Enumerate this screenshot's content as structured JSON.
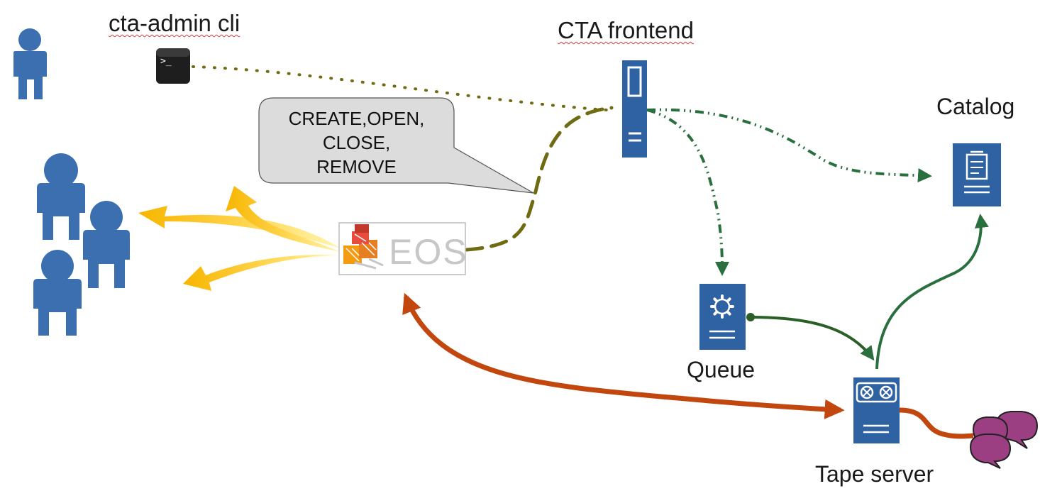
{
  "labels": {
    "cli": "cta-admin cli",
    "frontend": "CTA frontend",
    "catalog": "Catalog",
    "queue": "Queue",
    "tape_server": "Tape server",
    "eos": "EOS"
  },
  "callout": {
    "lines": [
      "CREATE,OPEN,",
      "CLOSE,",
      "REMOVE"
    ]
  },
  "terminal_prompt": ">_",
  "colors": {
    "server_blue": "#2f62a3",
    "person_blue": "#3b6fb0",
    "admin_link": "#6f6b12",
    "eos_link": "#6f6b12",
    "control_green": "#2a6f3e",
    "data_orange": "#c2470f",
    "tape_purple": "#9b3f82",
    "flow_yellow": "#f7b500"
  },
  "icons": [
    "person-icon",
    "terminal-icon",
    "server-icon",
    "database-icon",
    "gear-icon",
    "tape-drive-icon",
    "tape-cartridge-icon",
    "eos-logo"
  ]
}
